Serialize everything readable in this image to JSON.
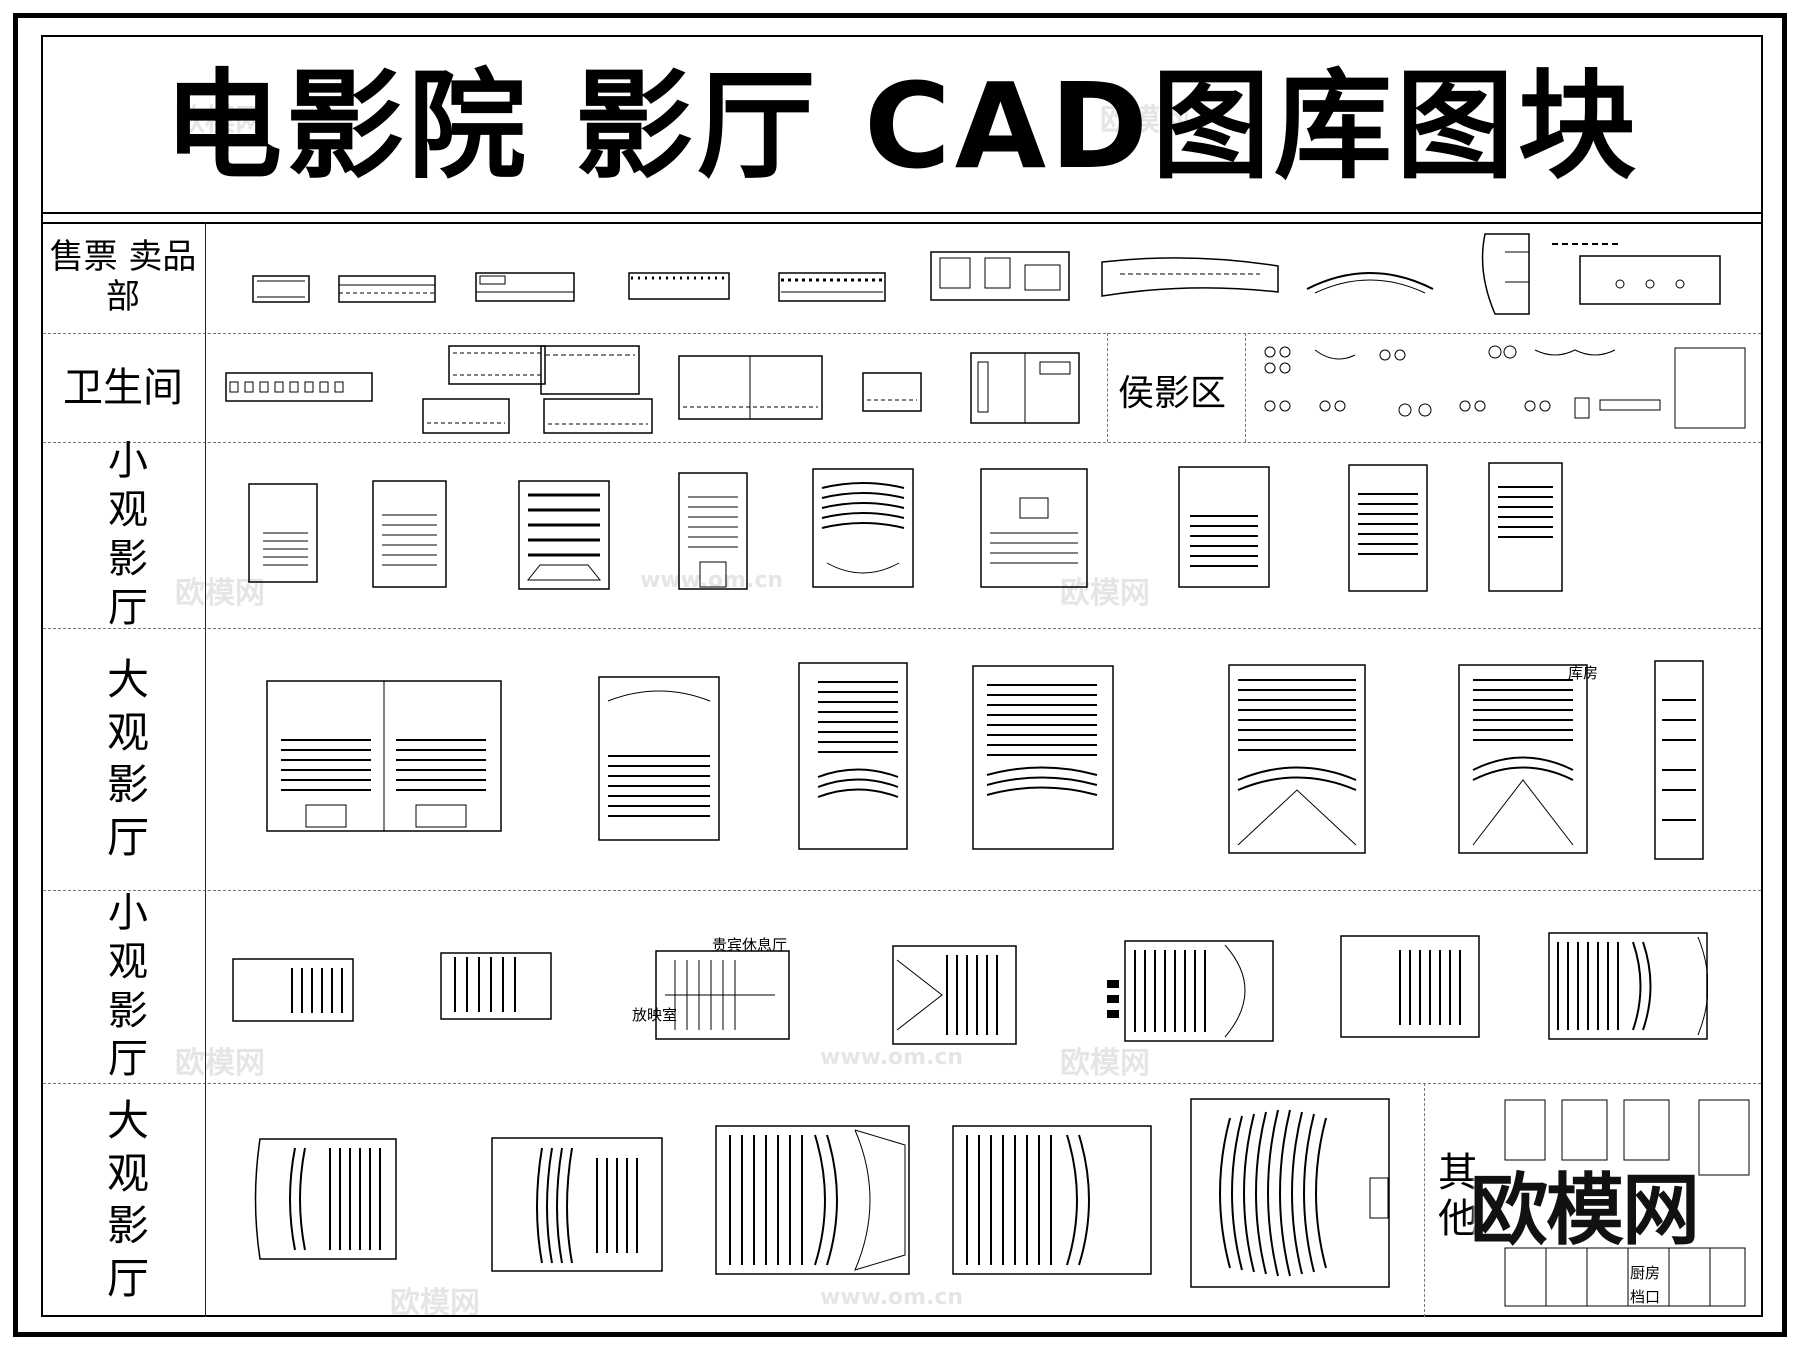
{
  "title": "电影院  影厅  CAD图库图块",
  "rows": [
    {
      "label": "售票 卖品部"
    },
    {
      "label": "卫生间",
      "secondary_label": "侯影区"
    },
    {
      "label": "小\n观\n影\n厅"
    },
    {
      "label": "大\n观\n影\n厅"
    },
    {
      "label": "小\n观\n影\n厅"
    },
    {
      "label": "大\n观\n影\n厅",
      "secondary_label": "其\n他"
    }
  ],
  "drawing_labels": {
    "vip_lounge": "贵宾休息厅",
    "projection_room": "放映室",
    "storage": "库房",
    "kitchen": "厨房",
    "counter": "档口"
  },
  "watermark": {
    "logo": "欧模网",
    "url": "www.om.cn"
  }
}
